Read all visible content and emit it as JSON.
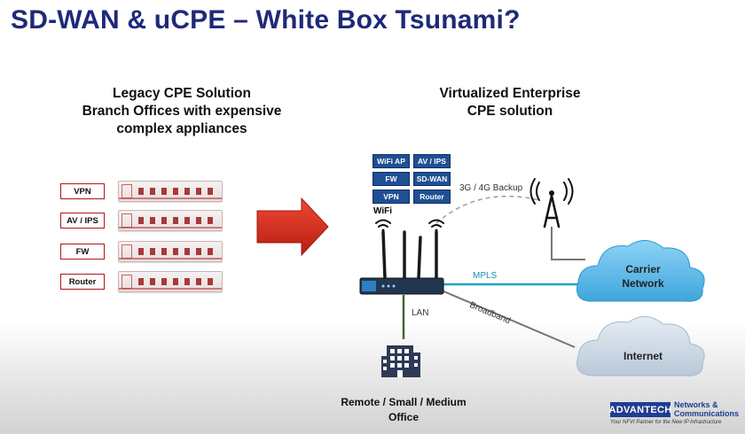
{
  "slide": {
    "title": "SD-WAN & uCPE – White Box Tsunami?"
  },
  "legacy": {
    "heading": [
      "Legacy CPE Solution",
      "Branch Offices with expensive",
      "complex appliances"
    ],
    "appliances": [
      "VPN",
      "AV / IPS",
      "FW",
      "Router"
    ]
  },
  "virtualized": {
    "heading": [
      "Virtualized Enterprise",
      "CPE solution"
    ],
    "functions": [
      "WiFi AP",
      "AV / IPS",
      "FW",
      "SD-WAN",
      "VPN",
      "Router"
    ],
    "wifi_label": "WiFi",
    "backup_label": "3G / 4G Backup",
    "mpls_label": "MPLS",
    "broadband_label": "Broadband",
    "lan_label": "LAN",
    "carrier_network": [
      "Carrier",
      "Network"
    ],
    "internet": "Internet",
    "office": [
      "Remote / Small / Medium",
      "Office"
    ]
  },
  "logo": {
    "mark": "ADVANTECH",
    "side": [
      "Networks &",
      "Communications"
    ],
    "tagline": "Your NFVI Partner for the New IP Infrastructure"
  },
  "colors": {
    "title": "#1e2a78",
    "function_box": "#1f4f95",
    "arrow": "#d2281c",
    "mpls_line": "#1ea4c8",
    "carrier_cloud": "#5ab8e8",
    "internet_cloud": "#cfd9e4",
    "legacy_label_border": "#b0121b"
  }
}
